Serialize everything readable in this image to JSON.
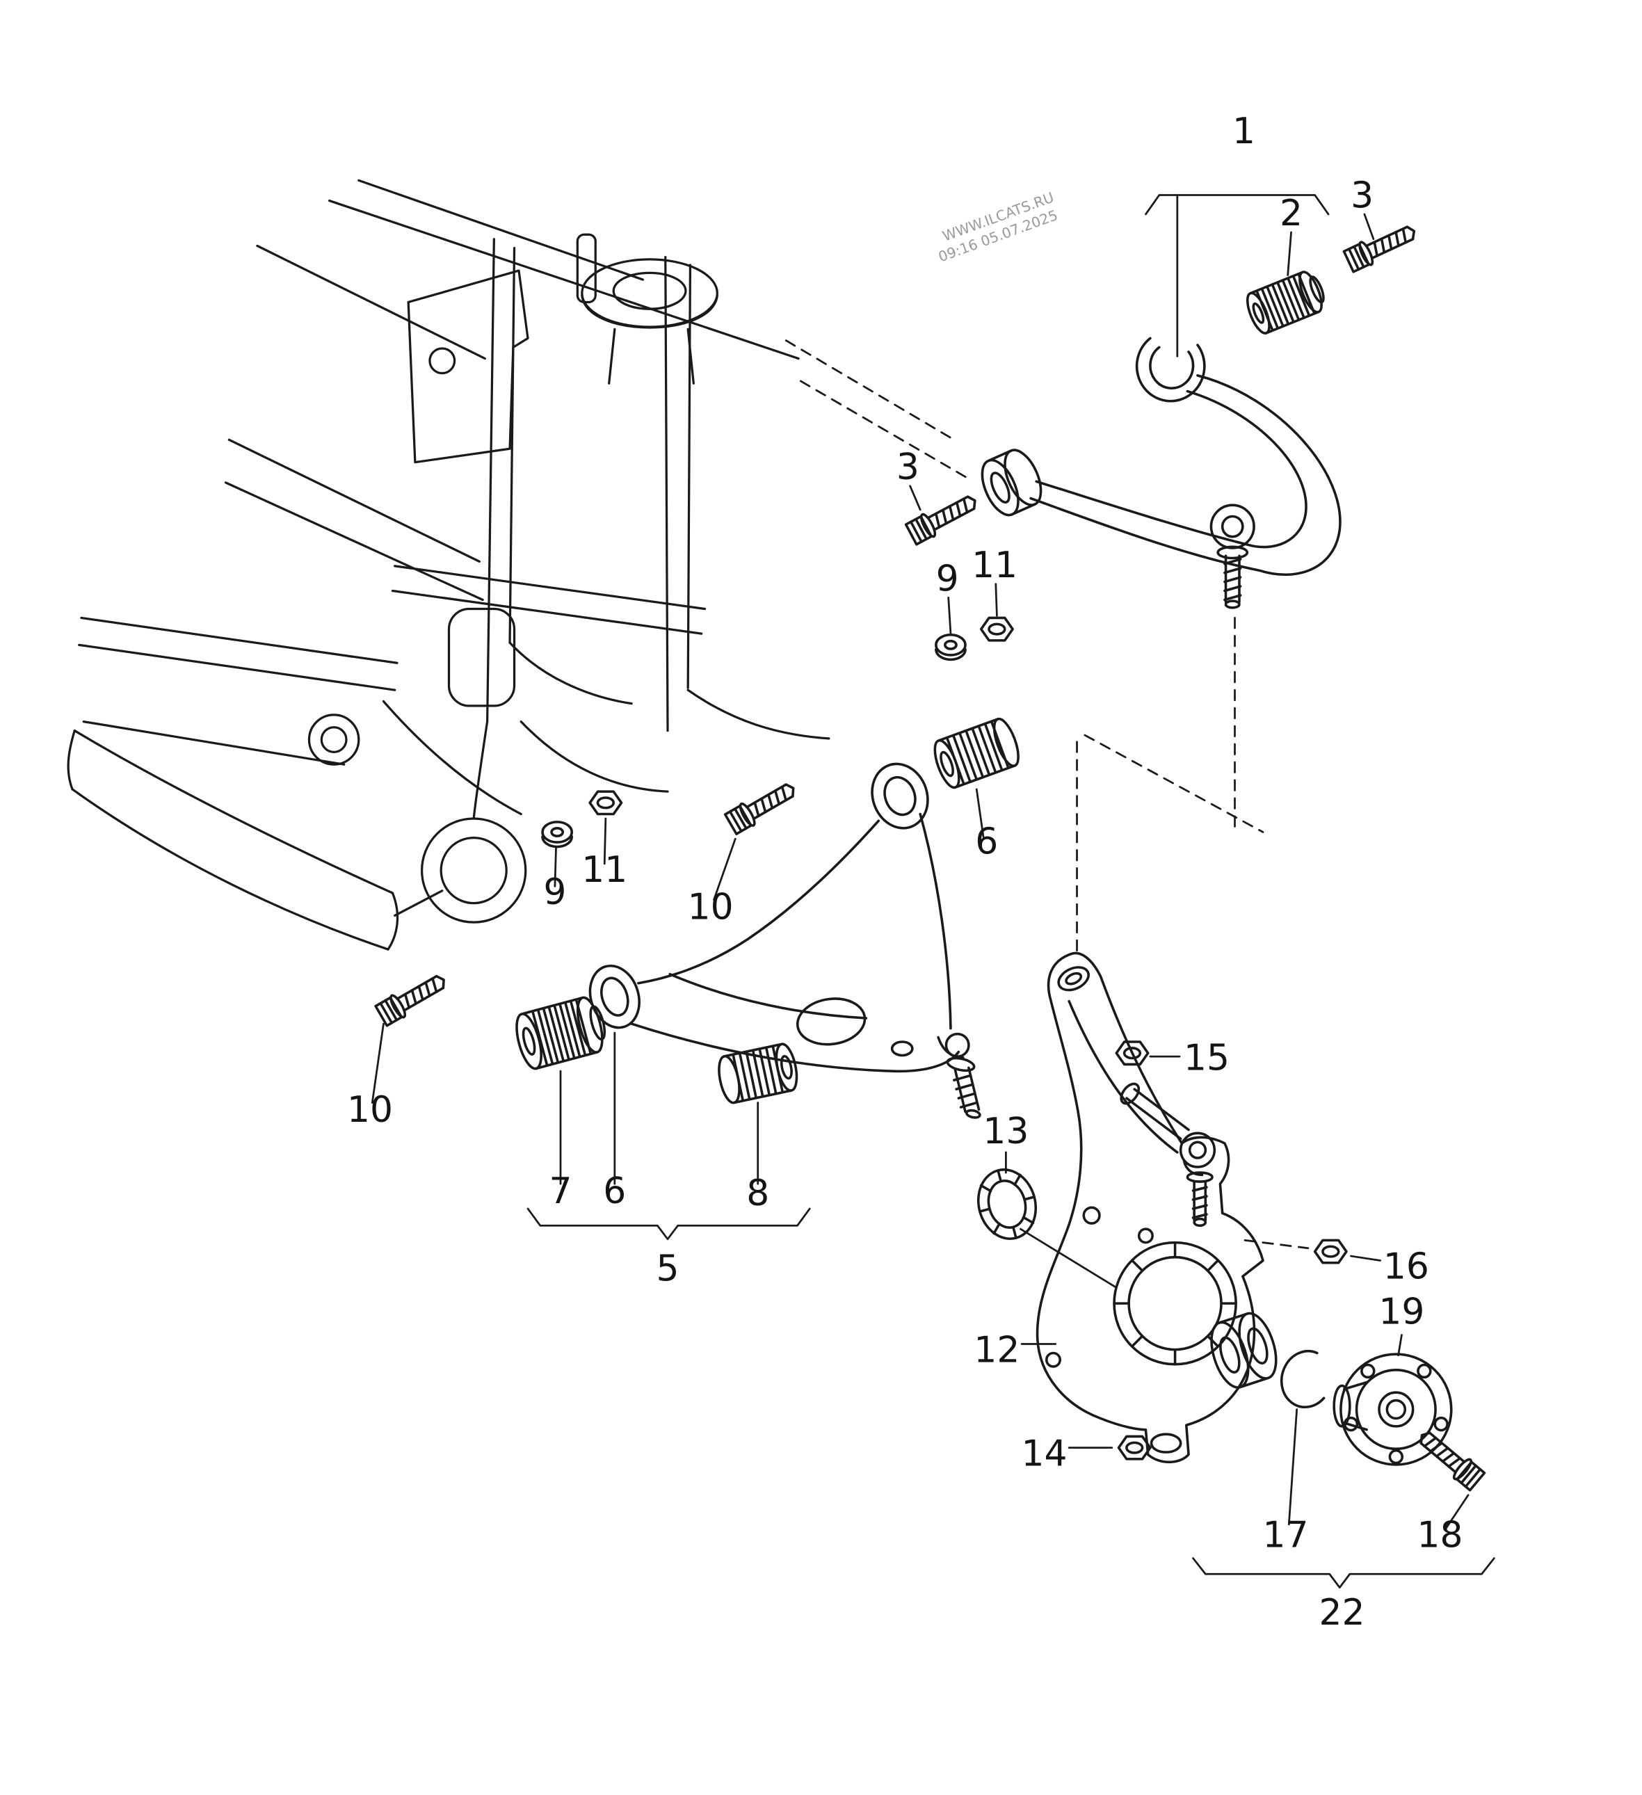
{
  "diagram": {
    "title": "front suspension exploded parts diagram",
    "background": "#ffffff",
    "line_color": "#1a1a1a",
    "watermark": {
      "line1": "WWW.ILCATS.RU",
      "line2": "09:16 05.07.2025",
      "color": "#9a9a9a"
    },
    "callouts": {
      "c1": "1",
      "c2": "2",
      "c3a": "3",
      "c3b": "3",
      "c5": "5",
      "c6a": "6",
      "c6b": "6",
      "c7": "7",
      "c8": "8",
      "c9a": "9",
      "c9b": "9",
      "c10a": "10",
      "c10b": "10",
      "c11a": "11",
      "c11b": "11",
      "c12": "12",
      "c13": "13",
      "c14": "14",
      "c15": "15",
      "c16": "16",
      "c17": "17",
      "c18": "18",
      "c19": "19",
      "c22": "22"
    }
  }
}
